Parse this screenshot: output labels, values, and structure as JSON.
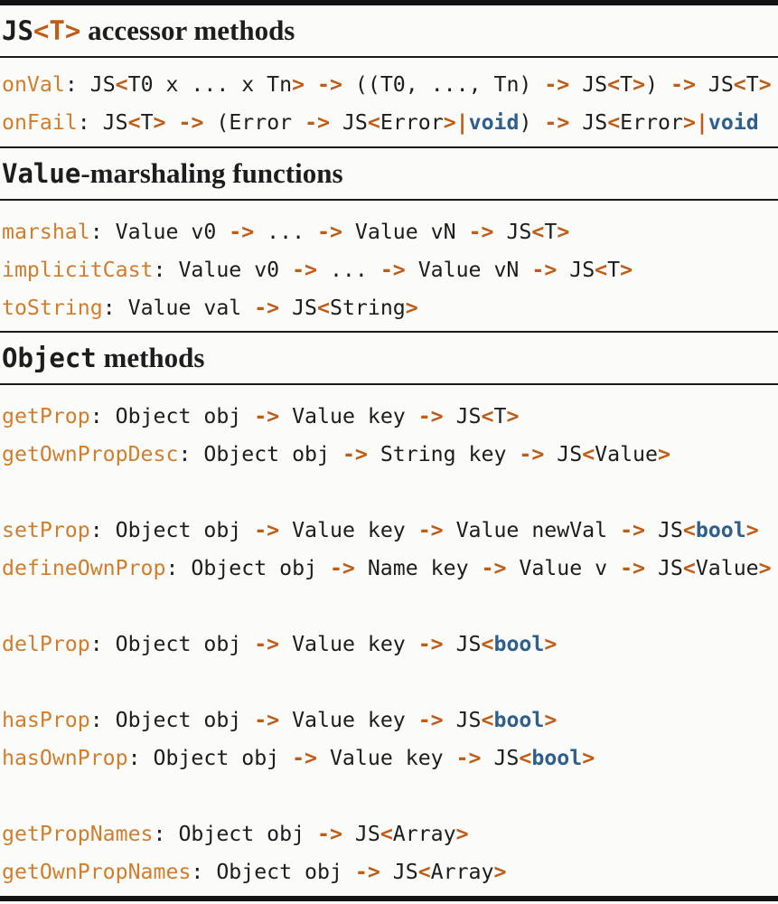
{
  "colors": {
    "bar": "#121212",
    "rule": "#1a1a1a",
    "text": "#1d1d1d",
    "fn": "#d07e2d",
    "op": "#bf5c16",
    "kw": "#2f5f8c",
    "bg": "#fbfbf9"
  },
  "sections": [
    {
      "heading": [
        {
          "style": "mono",
          "text": "JS"
        },
        {
          "style": "mono-accent",
          "text": "<T>"
        },
        {
          "style": "serif",
          "text": " accessor methods"
        }
      ],
      "rows": [
        {
          "tokens": [
            [
              "fn",
              "onVal"
            ],
            [
              "p",
              ": JS"
            ],
            [
              "op",
              "<"
            ],
            [
              "p",
              "T0 x ... x Tn"
            ],
            [
              "op",
              ">"
            ],
            [
              "p",
              " "
            ],
            [
              "op",
              "->"
            ],
            [
              "p",
              " ((T0, ..., Tn) "
            ],
            [
              "op",
              "->"
            ],
            [
              "p",
              " JS"
            ],
            [
              "op",
              "<"
            ],
            [
              "p",
              "T"
            ],
            [
              "op",
              ">"
            ],
            [
              "p",
              ") "
            ],
            [
              "op",
              "->"
            ],
            [
              "p",
              " JS"
            ],
            [
              "op",
              "<"
            ],
            [
              "p",
              "T"
            ],
            [
              "op",
              ">"
            ]
          ]
        },
        {
          "tokens": [
            [
              "fn",
              "onFail"
            ],
            [
              "p",
              ": JS"
            ],
            [
              "op",
              "<"
            ],
            [
              "p",
              "T"
            ],
            [
              "op",
              ">"
            ],
            [
              "p",
              " "
            ],
            [
              "op",
              "->"
            ],
            [
              "p",
              " (Error "
            ],
            [
              "op",
              "->"
            ],
            [
              "p",
              " JS"
            ],
            [
              "op",
              "<"
            ],
            [
              "p",
              "Error"
            ],
            [
              "op",
              ">"
            ],
            [
              "op",
              "|"
            ],
            [
              "kw",
              "void"
            ],
            [
              "p",
              ") "
            ],
            [
              "op",
              "->"
            ],
            [
              "p",
              " JS"
            ],
            [
              "op",
              "<"
            ],
            [
              "p",
              "Error"
            ],
            [
              "op",
              ">"
            ],
            [
              "op",
              "|"
            ],
            [
              "kw",
              "void"
            ]
          ]
        }
      ]
    },
    {
      "heading": [
        {
          "style": "mono",
          "text": "Value"
        },
        {
          "style": "serif",
          "text": "-marshaling functions"
        }
      ],
      "rows": [
        {
          "tokens": [
            [
              "fn",
              "marshal"
            ],
            [
              "p",
              ": Value v0 "
            ],
            [
              "op",
              "->"
            ],
            [
              "p",
              " ... "
            ],
            [
              "op",
              "->"
            ],
            [
              "p",
              " Value vN "
            ],
            [
              "op",
              "->"
            ],
            [
              "p",
              " JS"
            ],
            [
              "op",
              "<"
            ],
            [
              "p",
              "T"
            ],
            [
              "op",
              ">"
            ]
          ]
        },
        {
          "tokens": [
            [
              "fn",
              "implicitCast"
            ],
            [
              "p",
              ": Value v0 "
            ],
            [
              "op",
              "->"
            ],
            [
              "p",
              " ... "
            ],
            [
              "op",
              "->"
            ],
            [
              "p",
              " Value vN "
            ],
            [
              "op",
              "->"
            ],
            [
              "p",
              " JS"
            ],
            [
              "op",
              "<"
            ],
            [
              "p",
              "T"
            ],
            [
              "op",
              ">"
            ]
          ]
        },
        {
          "tokens": [
            [
              "fn",
              "toString"
            ],
            [
              "p",
              ": Value val "
            ],
            [
              "op",
              "->"
            ],
            [
              "p",
              " JS"
            ],
            [
              "op",
              "<"
            ],
            [
              "p",
              "String"
            ],
            [
              "op",
              ">"
            ]
          ]
        }
      ]
    },
    {
      "heading": [
        {
          "style": "mono",
          "text": "Object"
        },
        {
          "style": "serif",
          "text": " methods"
        }
      ],
      "rows": [
        {
          "tokens": [
            [
              "fn",
              "getProp"
            ],
            [
              "p",
              ": Object obj "
            ],
            [
              "op",
              "->"
            ],
            [
              "p",
              " Value key "
            ],
            [
              "op",
              "->"
            ],
            [
              "p",
              " JS"
            ],
            [
              "op",
              "<"
            ],
            [
              "p",
              "T"
            ],
            [
              "op",
              ">"
            ]
          ]
        },
        {
          "tokens": [
            [
              "fn",
              "getOwnPropDesc"
            ],
            [
              "p",
              ": Object obj "
            ],
            [
              "op",
              "->"
            ],
            [
              "p",
              " String key "
            ],
            [
              "op",
              "->"
            ],
            [
              "p",
              " JS"
            ],
            [
              "op",
              "<"
            ],
            [
              "p",
              "Value"
            ],
            [
              "op",
              ">"
            ]
          ]
        },
        {
          "gap": true
        },
        {
          "tokens": [
            [
              "fn",
              "setProp"
            ],
            [
              "p",
              ": Object obj "
            ],
            [
              "op",
              "->"
            ],
            [
              "p",
              " Value key "
            ],
            [
              "op",
              "->"
            ],
            [
              "p",
              " Value newVal "
            ],
            [
              "op",
              "->"
            ],
            [
              "p",
              " JS"
            ],
            [
              "op",
              "<"
            ],
            [
              "kw",
              "bool"
            ],
            [
              "op",
              ">"
            ]
          ]
        },
        {
          "tokens": [
            [
              "fn",
              "defineOwnProp"
            ],
            [
              "p",
              ": Object obj "
            ],
            [
              "op",
              "->"
            ],
            [
              "p",
              " Name key "
            ],
            [
              "op",
              "->"
            ],
            [
              "p",
              " Value v "
            ],
            [
              "op",
              "->"
            ],
            [
              "p",
              " JS"
            ],
            [
              "op",
              "<"
            ],
            [
              "p",
              "Value"
            ],
            [
              "op",
              ">"
            ]
          ]
        },
        {
          "gap": true
        },
        {
          "tokens": [
            [
              "fn",
              "delProp"
            ],
            [
              "p",
              ": Object obj "
            ],
            [
              "op",
              "->"
            ],
            [
              "p",
              " Value key "
            ],
            [
              "op",
              "->"
            ],
            [
              "p",
              " JS"
            ],
            [
              "op",
              "<"
            ],
            [
              "kw",
              "bool"
            ],
            [
              "op",
              ">"
            ]
          ]
        },
        {
          "gap": true
        },
        {
          "tokens": [
            [
              "fn",
              "hasProp"
            ],
            [
              "p",
              ": Object obj "
            ],
            [
              "op",
              "->"
            ],
            [
              "p",
              " Value key "
            ],
            [
              "op",
              "->"
            ],
            [
              "p",
              " JS"
            ],
            [
              "op",
              "<"
            ],
            [
              "kw",
              "bool"
            ],
            [
              "op",
              ">"
            ]
          ]
        },
        {
          "tokens": [
            [
              "fn",
              "hasOwnProp"
            ],
            [
              "p",
              ": Object obj "
            ],
            [
              "op",
              "->"
            ],
            [
              "p",
              " Value key "
            ],
            [
              "op",
              "->"
            ],
            [
              "p",
              " JS"
            ],
            [
              "op",
              "<"
            ],
            [
              "kw",
              "bool"
            ],
            [
              "op",
              ">"
            ]
          ]
        },
        {
          "gap": true
        },
        {
          "tokens": [
            [
              "fn",
              "getPropNames"
            ],
            [
              "p",
              ": Object obj "
            ],
            [
              "op",
              "->"
            ],
            [
              "p",
              " JS"
            ],
            [
              "op",
              "<"
            ],
            [
              "p",
              "Array"
            ],
            [
              "op",
              ">"
            ]
          ]
        },
        {
          "tokens": [
            [
              "fn",
              "getOwnPropNames"
            ],
            [
              "p",
              ": Object obj "
            ],
            [
              "op",
              "->"
            ],
            [
              "p",
              " JS"
            ],
            [
              "op",
              "<"
            ],
            [
              "p",
              "Array"
            ],
            [
              "op",
              ">"
            ]
          ]
        }
      ]
    }
  ]
}
